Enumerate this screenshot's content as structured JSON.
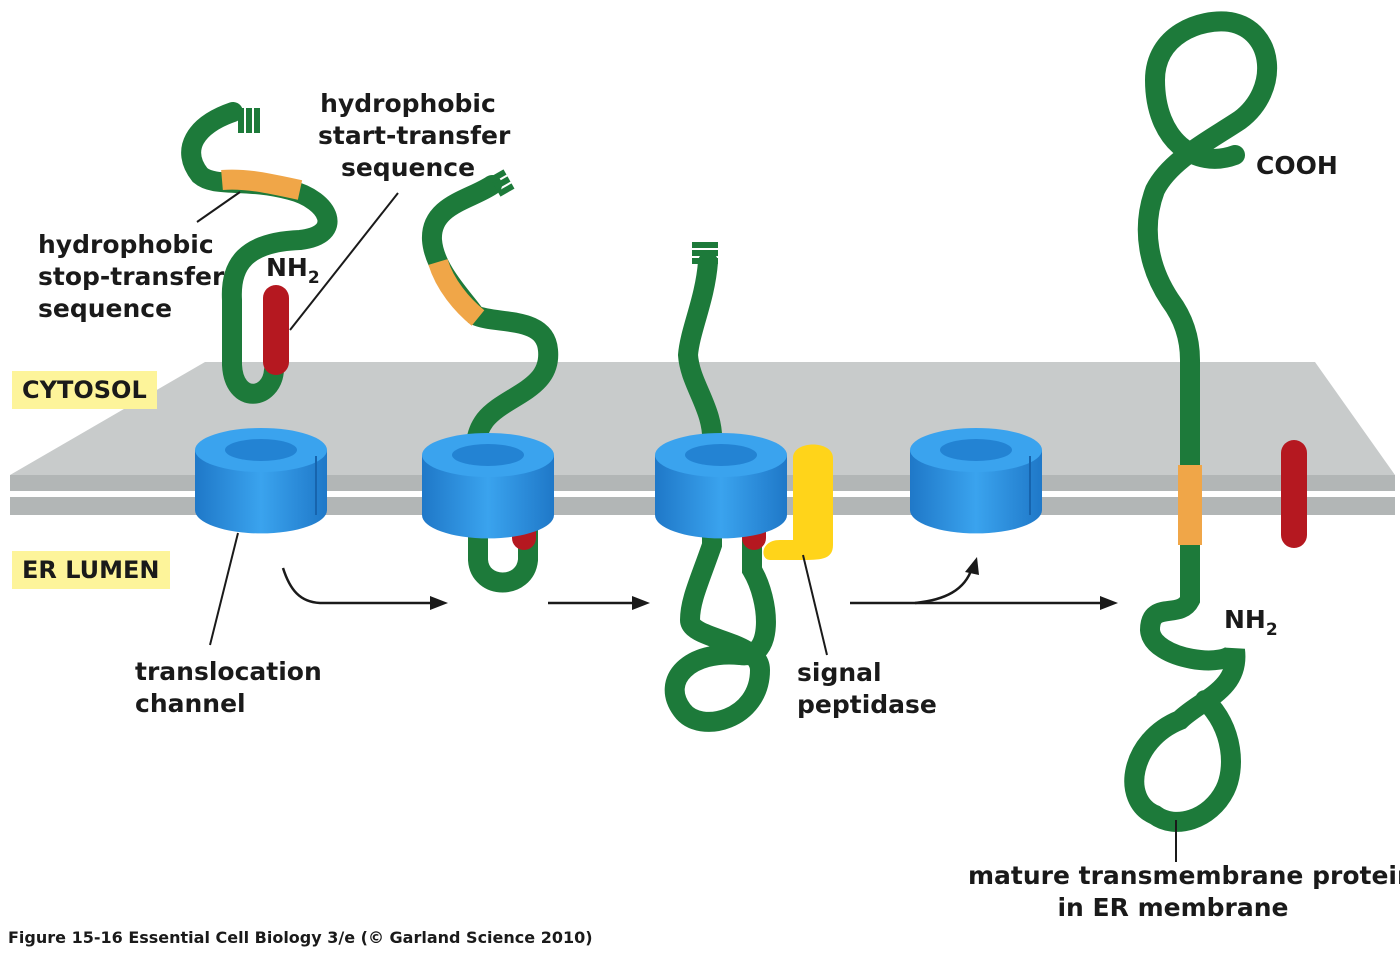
{
  "regions": {
    "cytosol": "CYTOSOL",
    "er_lumen": "ER LUMEN"
  },
  "labels": {
    "start_transfer": [
      "hydrophobic",
      "start-transfer",
      "sequence"
    ],
    "stop_transfer": [
      "hydrophobic",
      "stop-transfer",
      "sequence"
    ],
    "nh2_top": "NH",
    "nh2_top_sub": "2",
    "translocation_channel": [
      "translocation",
      "channel"
    ],
    "signal_peptidase": [
      "signal",
      "peptidase"
    ],
    "cooh": "COOH",
    "nh2_bottom": "NH",
    "nh2_bottom_sub": "2",
    "mature_protein": [
      "mature transmembrane protein",
      "in ER membrane"
    ]
  },
  "caption": "Figure 15-16  Essential Cell Biology 3/e (© Garland Science 2010)",
  "colors": {
    "protein_chain": "#1d7a3a",
    "stop_transfer_segment": "#f0a648",
    "start_transfer_segment": "#b51820",
    "translocation_channel": "#2a8fdc",
    "signal_peptidase": "#ffd41a",
    "membrane": "#c9cccc",
    "region_tag": "#fdf49a"
  },
  "icons": [
    "translocation-channel-icon",
    "signal-peptidase-icon",
    "step-arrow-icon"
  ]
}
